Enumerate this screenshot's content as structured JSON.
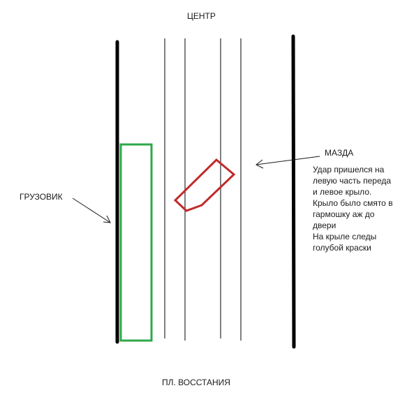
{
  "labels": {
    "top": "ЦЕНТР",
    "bottom": "ПЛ. ВОССТАНИЯ",
    "truck": "ГРУЗОВИК",
    "mazda": "МАЗДА"
  },
  "note_lines": [
    "Удар пришелся на",
    "левую часть переда",
    "и левое крыло.",
    "Крыло было смято в",
    "гармошку аж до",
    "двери",
    "На крыле следы",
    "голубой краски"
  ],
  "colors": {
    "road_edge": "#000000",
    "lane": "#000000",
    "truck": "#2ea84a",
    "mazda": "#c02a2a",
    "arrow": "#1a1a1a"
  }
}
